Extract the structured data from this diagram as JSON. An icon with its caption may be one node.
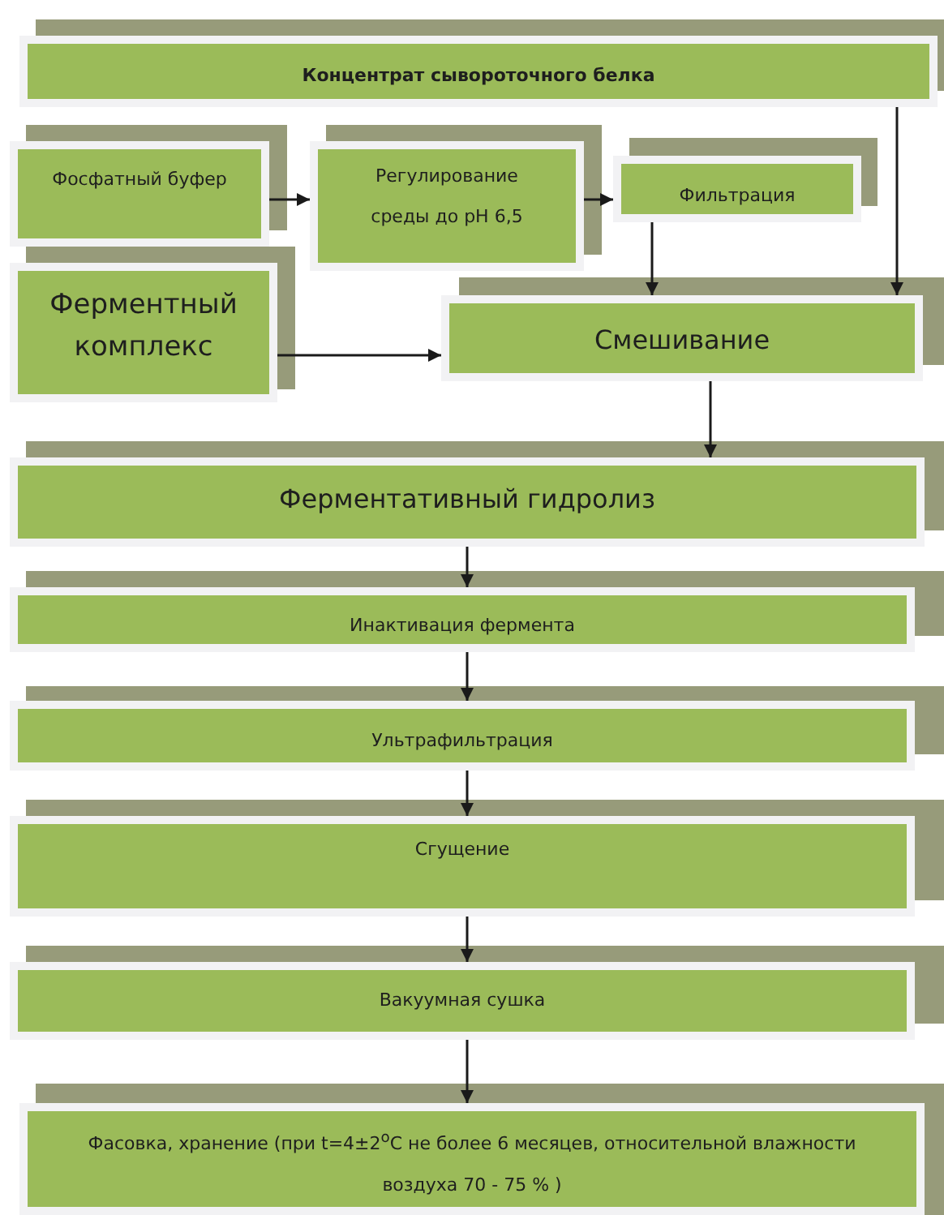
{
  "diagram": {
    "nodes": [
      {
        "text": [
          "Концентрат сывороточного белка"
        ]
      },
      {
        "text": [
          "Фосфатный буфер"
        ]
      },
      {
        "text": [
          "Регулирование среды до pH 6,5"
        ]
      },
      {
        "text": [
          "Фильтрация"
        ]
      },
      {
        "text": [
          "Ферментный комплекс"
        ]
      },
      {
        "text": [
          "Смешивание"
        ]
      },
      {
        "text": [
          "Ферментативный гидролиз"
        ]
      },
      {
        "text": [
          "Инактивация фермента"
        ]
      },
      {
        "text": [
          "Ультрафильтрация"
        ]
      },
      {
        "text": [
          "Сгущение"
        ]
      },
      {
        "text": [
          "Вакуумная сушка"
        ]
      },
      {
        "text": [
          "Фасовка, хранение (при t=4±2$^{o}$C не более 6 месяцев, относительной влажности воздуха 70 - 75 % )"
        ]
      }
    ],
    "edges": [
      {
        "from": 1,
        "to": 2,
        "arrow": "to"
      },
      {
        "from": 2,
        "to": 3,
        "arrow": "to"
      },
      {
        "from": 3,
        "to": 5,
        "arrow": "to"
      },
      {
        "from": 0,
        "to": 5,
        "arrow": "to"
      },
      {
        "from": 4,
        "to": 5,
        "arrow": "to"
      },
      {
        "from": 5,
        "to": 6,
        "arrow": "to"
      },
      {
        "from": 6,
        "to": 7,
        "arrow": "to"
      },
      {
        "from": 7,
        "to": 8,
        "arrow": "to"
      },
      {
        "from": 8,
        "to": 9,
        "arrow": "to"
      },
      {
        "from": 9,
        "to": 10,
        "arrow": "to"
      },
      {
        "from": 10,
        "to": 11,
        "arrow": "to"
      }
    ]
  }
}
